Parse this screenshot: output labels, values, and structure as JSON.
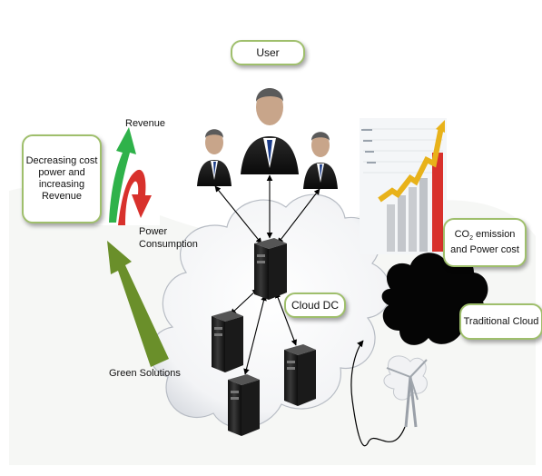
{
  "labels": {
    "user": "User",
    "decreasing": "Decreasing cost power and increasing Revenue",
    "revenue": "Revenue",
    "power_consumption": "Power Consumption",
    "cloud_dc": "Cloud DC",
    "co2_prefix": "CO",
    "co2_sub": "2",
    "co2_suffix": " emission and Power cost",
    "traditional_cloud": "Traditional Cloud",
    "green_solutions": "Green Solutions"
  },
  "colors": {
    "box_border": "#9fbf6c",
    "green_arrow": "#6a8f2a",
    "revenue_up": "#2fb24a",
    "revenue_down": "#d8312c",
    "chart_bar": "#c9ccd0",
    "chart_bar_red": "#d8312c",
    "chart_line": "#e8b21a",
    "traditional_cloud": "#050505"
  },
  "icons": [
    "user-icon",
    "server-icon",
    "cloud-shape",
    "wind-turbine-icon",
    "revenue-arrow-icon",
    "growth-chart-icon"
  ]
}
